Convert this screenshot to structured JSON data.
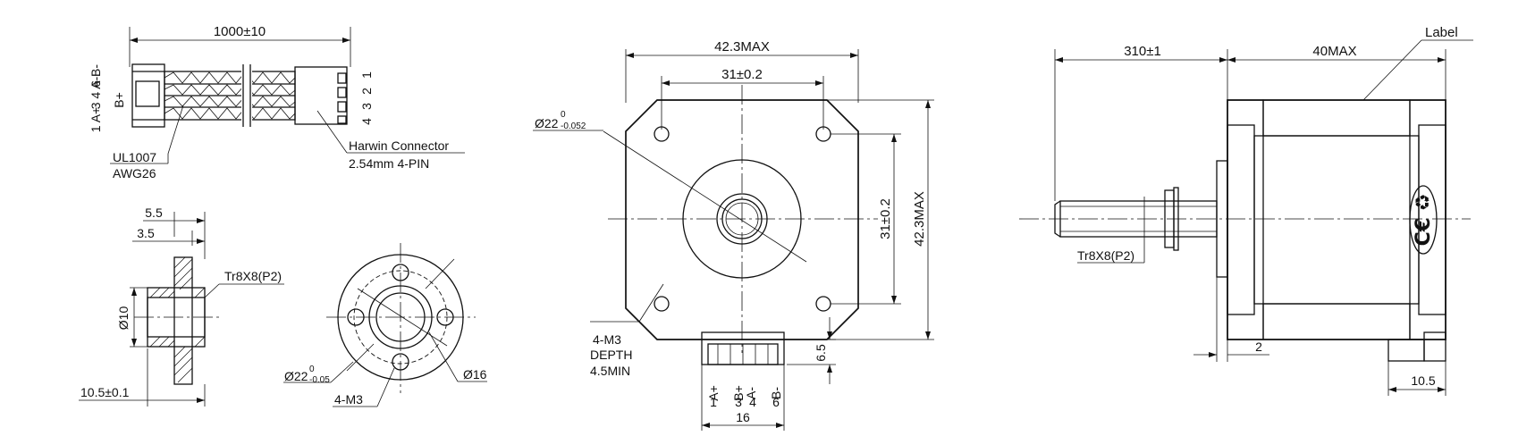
{
  "drawing": {
    "wire_view": {
      "length_dim": "1000±10",
      "pin_labels": [
        "6 B-",
        "3 4 A-",
        "B+",
        "1 A+"
      ],
      "connector_pins": [
        "1",
        "2",
        "3",
        "4"
      ],
      "wire_spec": [
        "UL1007",
        "AWG26"
      ],
      "connector_spec": [
        "Harwin Connector",
        "2.54mm 4-PIN"
      ]
    },
    "nut_side_view": {
      "dim_5_5": "5.5",
      "dim_3_5": "3.5",
      "thread": "Tr8X8(P2)",
      "dia": "Ø10",
      "length": "10.5±0.1"
    },
    "nut_front_view": {
      "flange_dia_base": "Ø22",
      "flange_tol_upper": "0",
      "flange_tol_lower": "-0.05",
      "bolt_circle": "Ø16",
      "holes": "4-M3"
    },
    "motor_front_view": {
      "width_max": "42.3MAX",
      "hole_spacing": "31±0.2",
      "boss_dia_base": "Ø22",
      "boss_tol_upper": "0",
      "boss_tol_lower": "-0.052",
      "hole_spacing_v": "31±0.2",
      "height_max": "42.3MAX",
      "mount_holes": [
        "4-M3",
        "DEPTH",
        "4.5MIN"
      ],
      "connector_offset": "6.5",
      "connector_pins": [
        {
          "signal": "A+",
          "number": "1"
        },
        {
          "signal": "B+",
          "number": "3"
        },
        {
          "signal": "A-",
          "number": "4"
        },
        {
          "signal": "B-",
          "number": "6"
        }
      ],
      "connector_width": "16"
    },
    "motor_side_view": {
      "label_callout": "Label",
      "shaft_length": "310±1",
      "body_length": "40MAX",
      "thread": "Tr8X8(P2)",
      "boss_height": "2",
      "connector_depth": "10.5"
    }
  }
}
